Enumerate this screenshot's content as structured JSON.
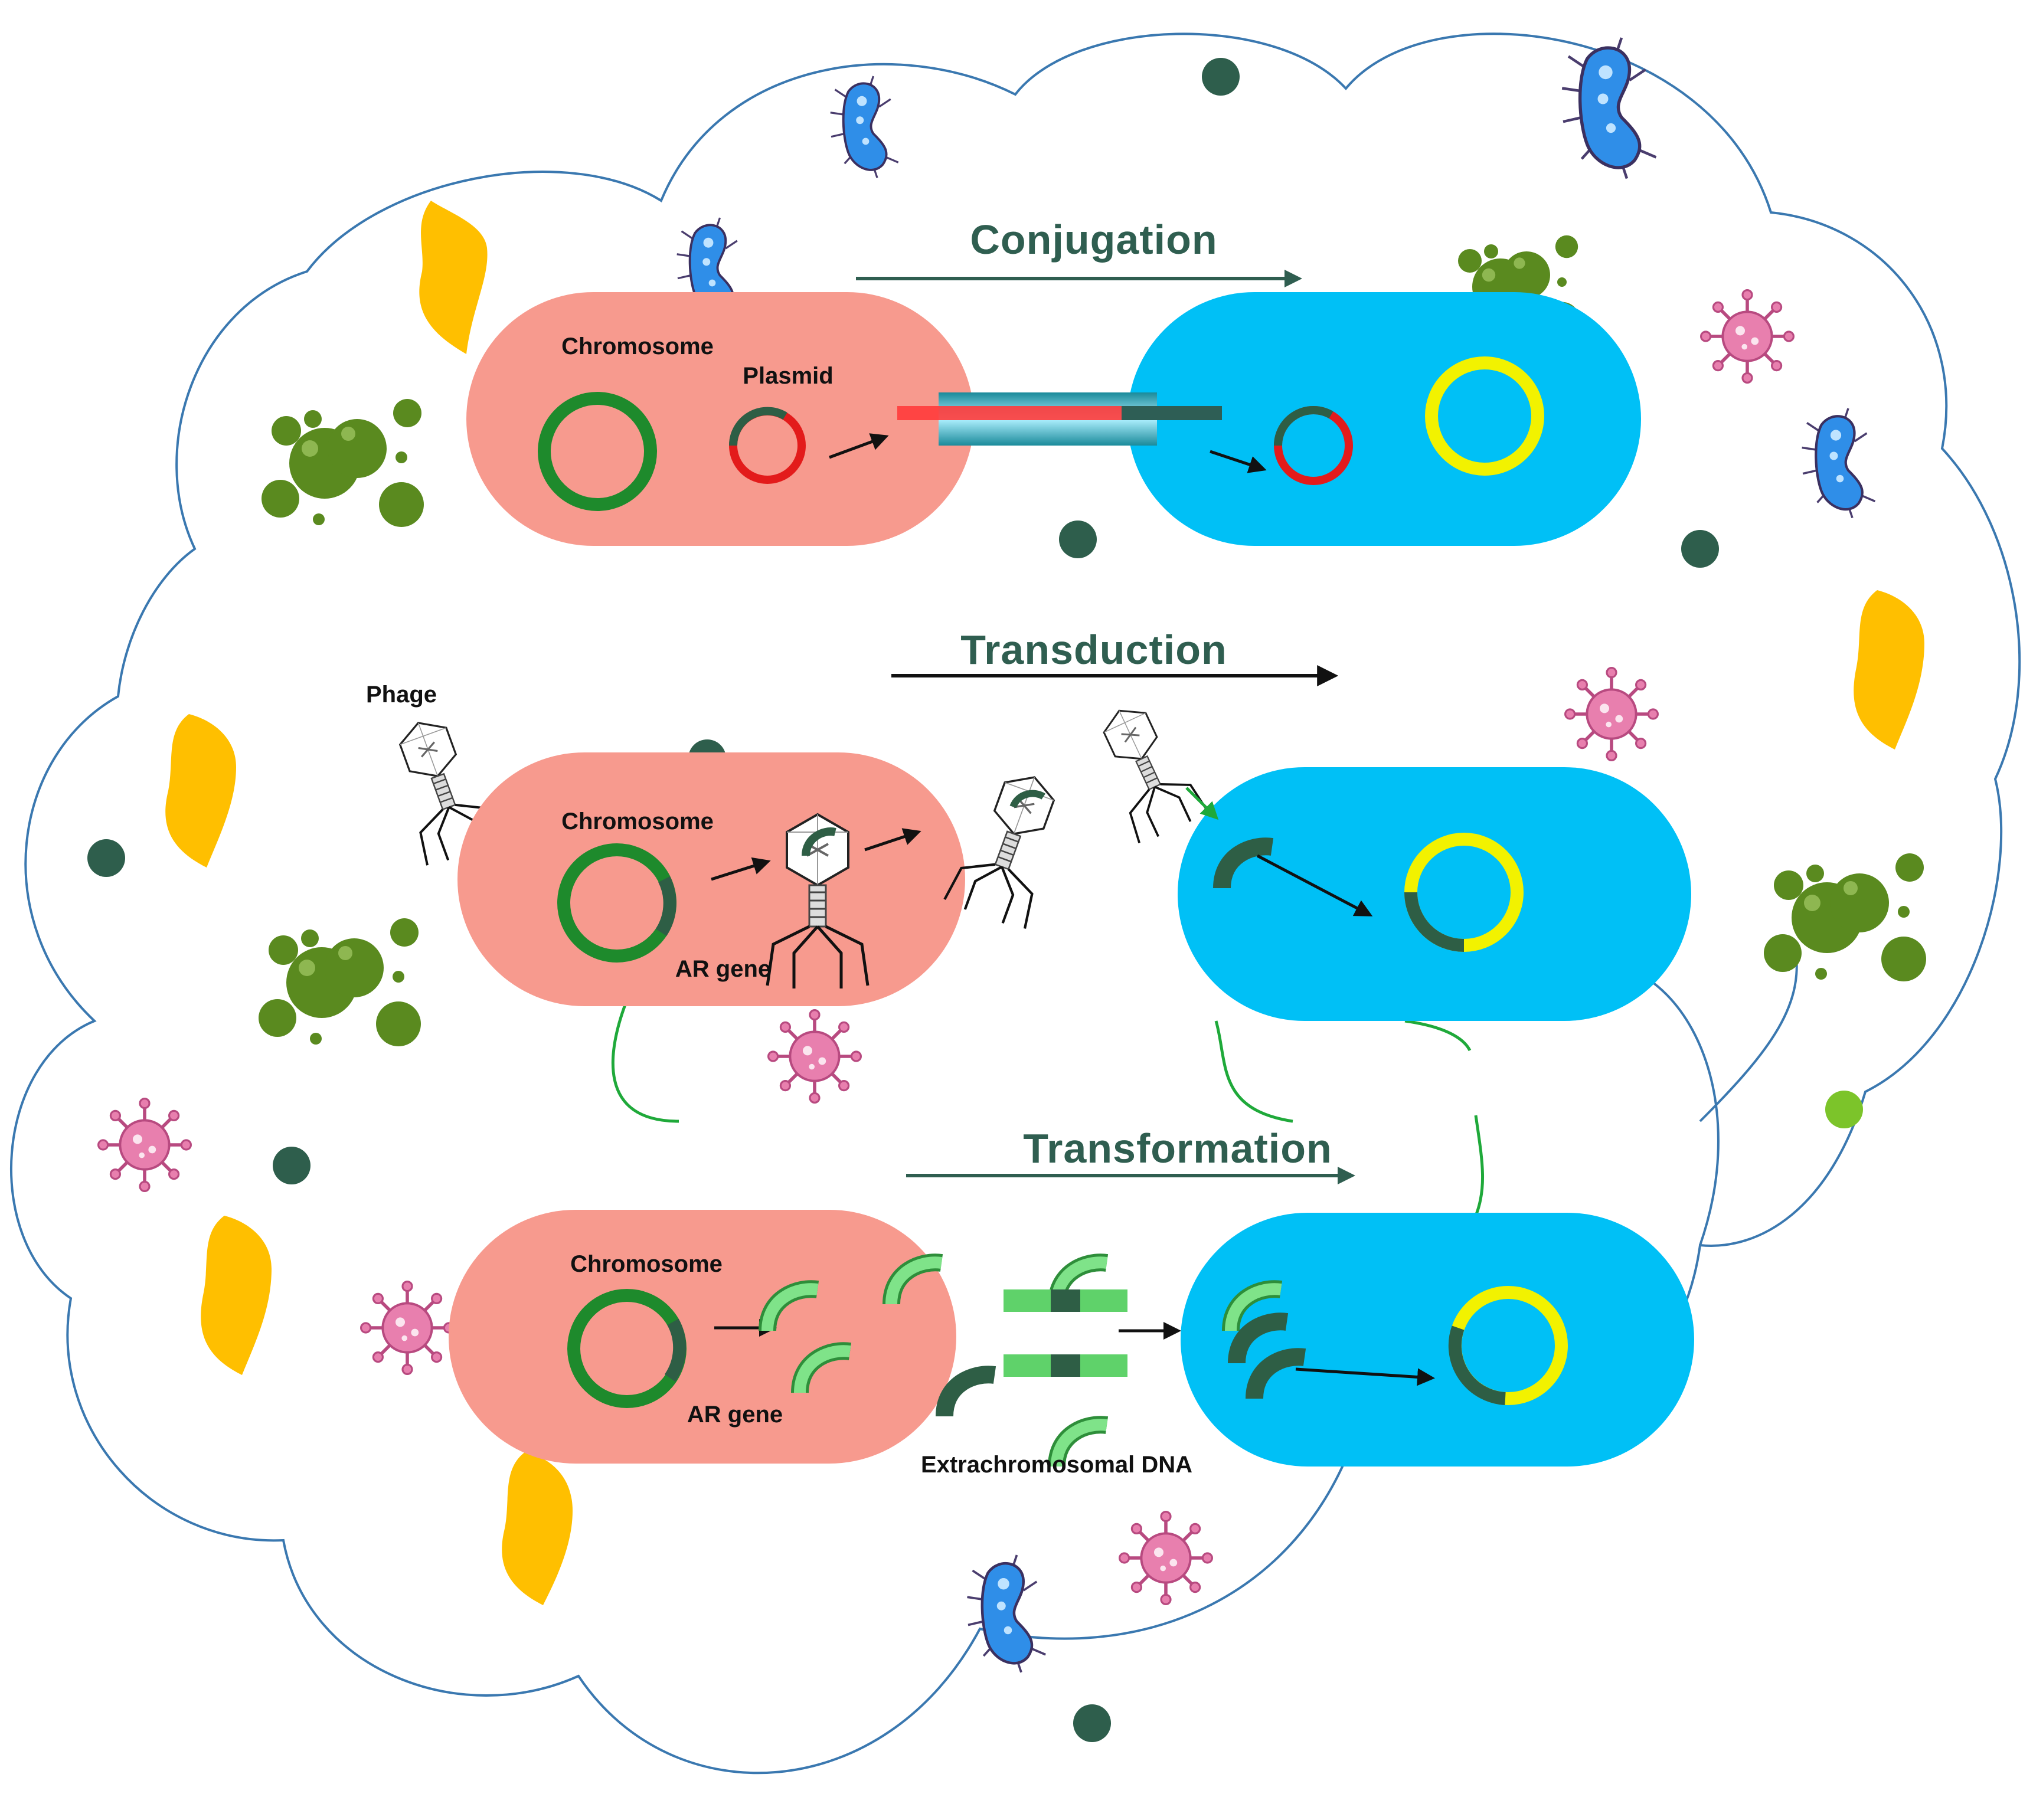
{
  "colors": {
    "donor": "#f79a8e",
    "recipient": "#00c0f6",
    "title": "#2f5e50",
    "chromosome": "#1e8a2c",
    "plasmid_red": "#e31b1b",
    "recipient_ring": "#f2f200",
    "gene_dark": "#2e5e45",
    "fragment_light": "#6fe07a",
    "cloud_outline": "#3a78b0",
    "biofilm_green": "#5a8a1f",
    "yellow_blob": "#ffbf00",
    "virus_pink": "#e87fae",
    "bacterium_blue": "#2f8ee8"
  },
  "conjugation": {
    "title": "Conjugation",
    "chromosome_label": "Chromosome",
    "plasmid_label": "Plasmid"
  },
  "transduction": {
    "title": "Transduction",
    "phage_label": "Phage",
    "chromosome_label": "Chromosome",
    "gene_label": "AR gene"
  },
  "transformation": {
    "title": "Transformation",
    "chromosome_label": "Chromosome",
    "gene_label": "AR gene",
    "dna_label": "Extrachromosomal DNA"
  },
  "icons": {
    "virus": "virus-icon",
    "bacterium": "bacterium-icon",
    "biofilm": "biofilm-cluster-icon",
    "phage": "bacteriophage-icon"
  }
}
